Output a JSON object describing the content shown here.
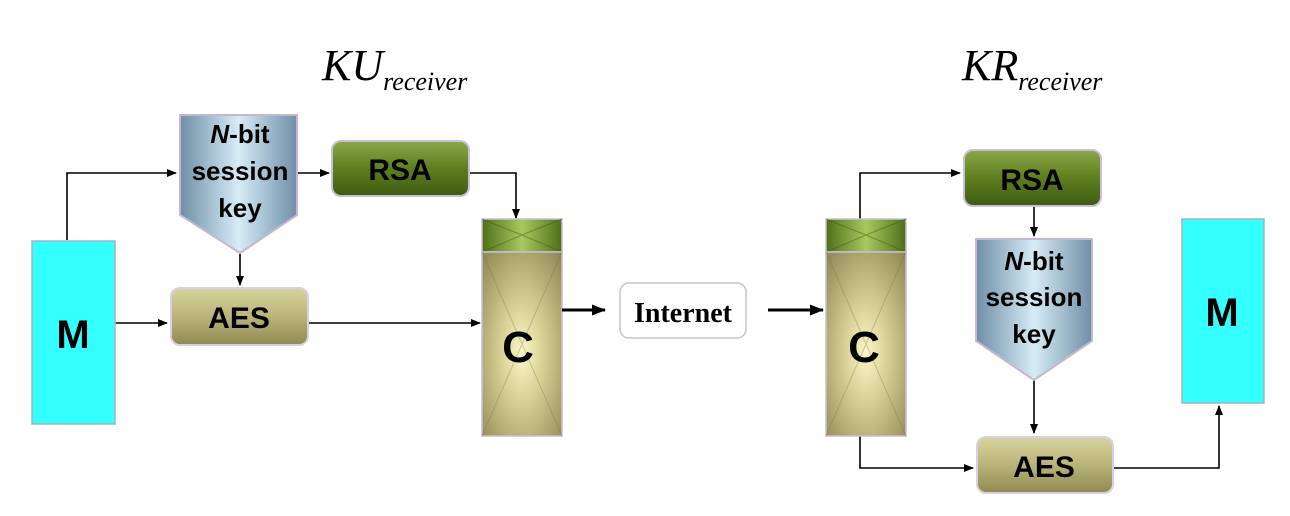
{
  "sender": {
    "key_label_main": "KU",
    "key_label_sub": "receiver",
    "message": "M",
    "session_key": {
      "n": "N",
      "line1_rest": "-bit",
      "line2": "session",
      "line3": "key"
    },
    "rsa": "RSA",
    "aes": "AES",
    "container": "C"
  },
  "channel": {
    "label": "Internet"
  },
  "receiver": {
    "key_label_main": "KR",
    "key_label_sub": "receiver",
    "message": "M",
    "session_key": {
      "n": "N",
      "line1_rest": "-bit",
      "line2": "session",
      "line3": "key"
    },
    "rsa": "RSA",
    "aes": "AES",
    "container": "C"
  },
  "colors": {
    "message_fill": "#33ffff",
    "rsa_fill": "#5f7f1e",
    "aes_fill": "#b8b47a",
    "container_fill": "#b9b27a",
    "container_cap": "#6f8f2a",
    "key_fill": "#a9c4d6"
  }
}
